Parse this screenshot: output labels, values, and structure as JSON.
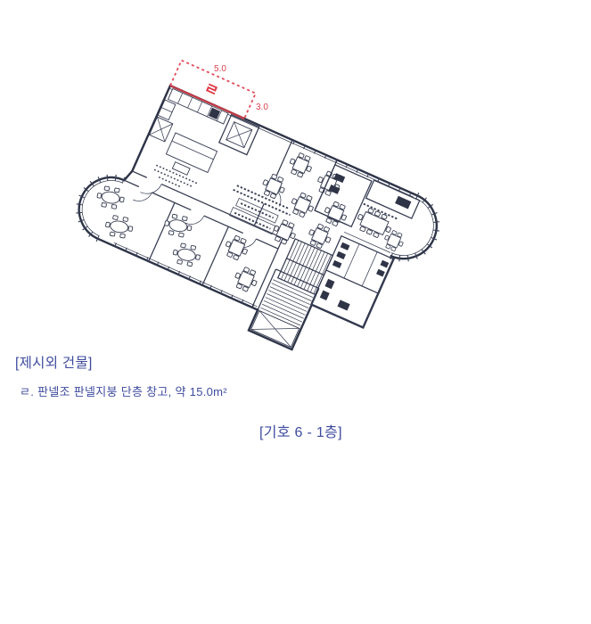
{
  "page": {
    "background": "#ffffff"
  },
  "floor_plan": {
    "ink_color": "#2e3448",
    "rotation_deg": 24
  },
  "annotation": {
    "accent_color": "#d8414f",
    "shed_label": "ㄹ",
    "width_dim": "5.0",
    "height_dim": "3.0"
  },
  "captions": {
    "text_color": "#3e4b9e",
    "section_title": "[제시외 건물]",
    "item_line": "ㄹ. 판넬조 판넬지붕 단층 창고, 약 15.0m²",
    "figure_label": "[기호 6 - 1층]"
  }
}
